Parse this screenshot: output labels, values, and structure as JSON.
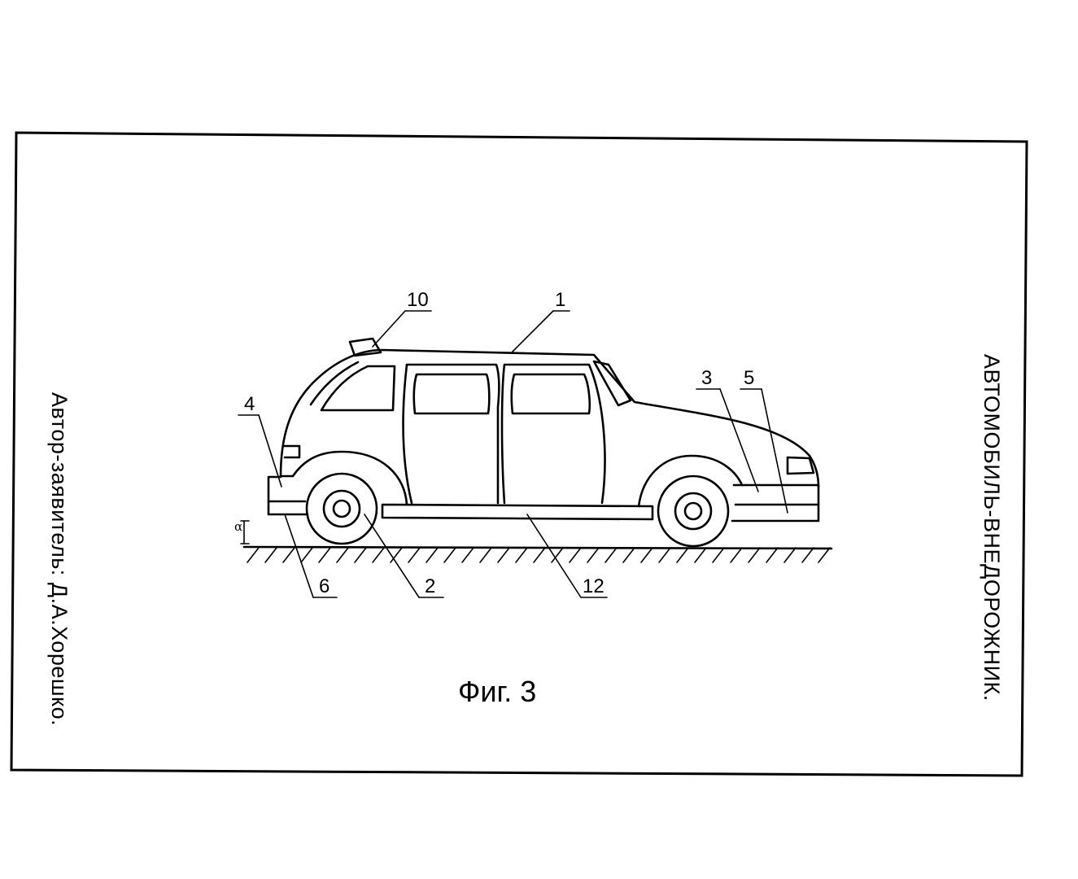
{
  "figure": {
    "caption": "Фиг. 3",
    "side_title": "АВТОМОБИЛЬ-ВНЕДОРОЖНИК.",
    "side_author": "Автор-заявитель: Д.А.Хорешко.",
    "angle_symbol": "α"
  },
  "callouts": {
    "c1": "1",
    "c2": "2",
    "c3": "3",
    "c4": "4",
    "c5": "5",
    "c6": "6",
    "c10": "10",
    "c12": "12"
  }
}
